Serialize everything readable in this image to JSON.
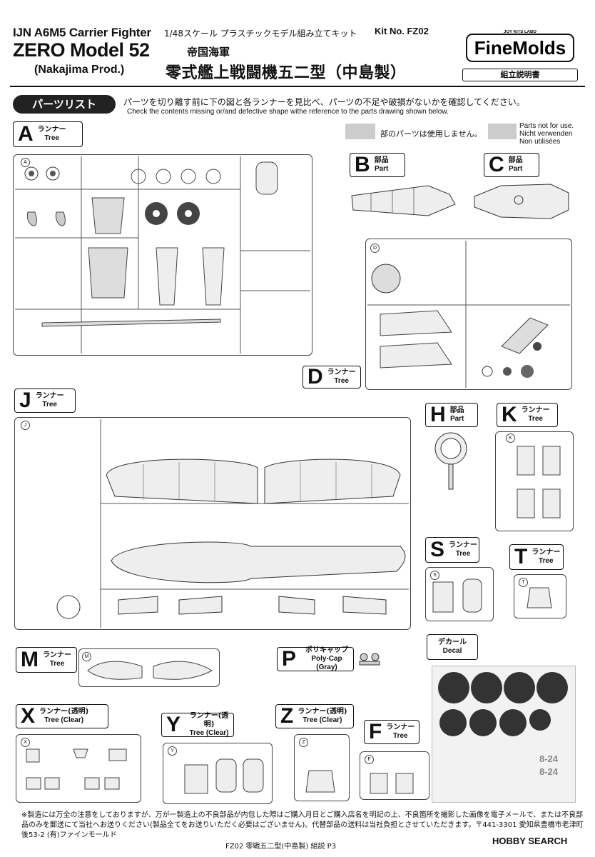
{
  "header": {
    "title_line1": "IJN A6M5 Carrier Fighter",
    "title_line2": "ZERO Model 52",
    "title_line3": "(Nakajima Prod.)",
    "scale_text": "1/48スケール プラスチックモデル組み立てキット",
    "kit_no": "Kit No. FZ02",
    "jp_line1": "帝国海軍",
    "jp_line2": "零式艦上戦闘機五二型（中島製）",
    "logo_small": "JOY KITS LABO",
    "logo_text": "FineMolds",
    "manual_label": "組立説明書"
  },
  "parts_list": {
    "badge": "パーツリスト",
    "jp_text": "パーツを切り離す前に下の図と各ランナーを見比べ、パーツの不足や破損がないかを確認してください。",
    "en_text": "Check the contents missing or/and defective shape withe reference to the parts drawing shown below.",
    "unused_jp": "部のパーツは使用しません。",
    "unused_multi": [
      "Parts not for use.",
      "Nicht verwenden",
      "Non utilisées"
    ]
  },
  "runners": {
    "A": {
      "letter": "A",
      "jp": "ランナー",
      "en": "Tree"
    },
    "B": {
      "letter": "B",
      "jp": "部品",
      "en": "Part"
    },
    "C": {
      "letter": "C",
      "jp": "部品",
      "en": "Part"
    },
    "D": {
      "letter": "D",
      "jp": "ランナー",
      "en": "Tree"
    },
    "J": {
      "letter": "J",
      "jp": "ランナー",
      "en": "Tree"
    },
    "H": {
      "letter": "H",
      "jp": "部品",
      "en": "Part"
    },
    "K": {
      "letter": "K",
      "jp": "ランナー",
      "en": "Tree"
    },
    "S": {
      "letter": "S",
      "jp": "ランナー",
      "en": "Tree"
    },
    "T": {
      "letter": "T",
      "jp": "ランナー",
      "en": "Tree"
    },
    "M": {
      "letter": "M",
      "jp": "ランナー",
      "en": "Tree"
    },
    "P": {
      "letter": "P",
      "jp": "ポリキャップ",
      "en": "Poly-Cap (Gray)"
    },
    "X": {
      "letter": "X",
      "jp": "ランナー(透明)",
      "en": "Tree (Clear)"
    },
    "Y": {
      "letter": "Y",
      "jp": "ランナー(透明)",
      "en": "Tree (Clear)"
    },
    "Z": {
      "letter": "Z",
      "jp": "ランナー(透明)",
      "en": "Tree (Clear)"
    },
    "F": {
      "letter": "F",
      "jp": "ランナー",
      "en": "Tree"
    },
    "decal": {
      "jp": "デカール",
      "en": "Decal"
    }
  },
  "decal_codes": [
    "8-24",
    "8-24"
  ],
  "footer": {
    "note": "※製造には万全の注意をしておりますが、万が一製造上の不良部品が内包した際はご購入月日とご購入店名を明記の上、不良箇所を撮影した画像を電子メールで、または不良部品のみを郵送にて当社へお送りください(製品全てをお送りいただく必要はございません)。代替部品の送料は当社負担とさせていただきます。〒441-3301 愛知県豊橋市老津町後53-2 (有)ファインモールド",
    "page": "FZ02 零戦五二型(中島製) 組説 P3",
    "watermark": "HOBBY SEARCH"
  }
}
